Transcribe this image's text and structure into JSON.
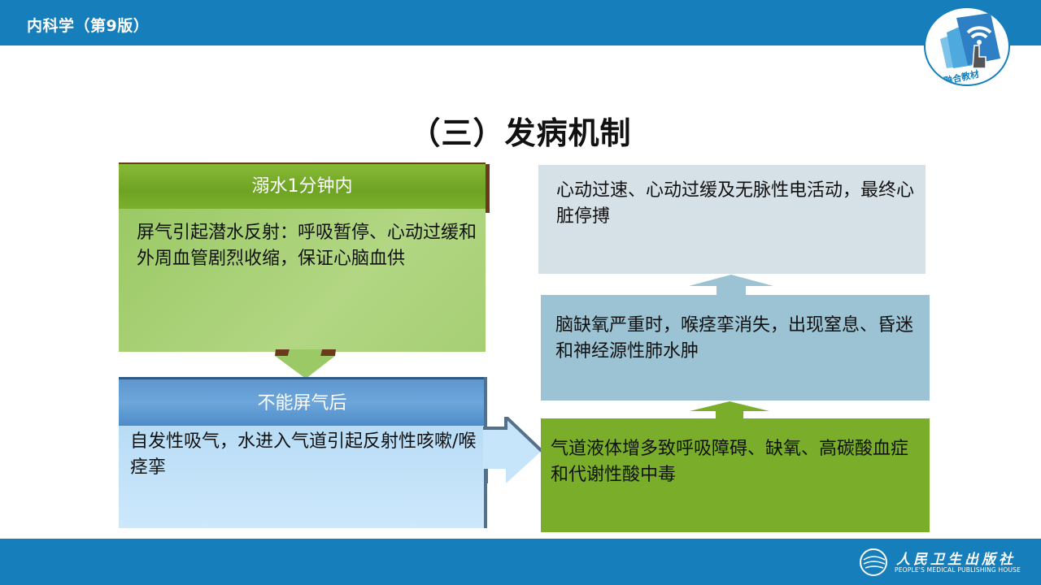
{
  "header": {
    "title": "内科学（第9版）",
    "badge_label": "融合教材",
    "badge_icon": "touch-wifi-book-icon"
  },
  "slide": {
    "title": "（三）发病机制"
  },
  "left_column": {
    "stage1": {
      "heading": "溺水1分钟内",
      "body": "屏气引起潜水反射：呼吸暂停、心动过缓和外周血管剧烈收缩，保证心脑血供",
      "color": "#7bb02e"
    },
    "stage2": {
      "heading": "不能屏气后",
      "body": "自发性吸气，水进入气道引起反射性咳嗽/喉痉挛",
      "color": "#5d97cf"
    }
  },
  "right_column": {
    "boxes": [
      {
        "text": "心动过速、心动过缓及无脉性电活动，最终心脏停搏",
        "color": "#d6e1e7"
      },
      {
        "text": "脑缺氧严重时，喉痉挛消失，出现窒息、昏迷和神经源性肺水肿",
        "color": "#9cc3d3"
      },
      {
        "text": "气道液体增多致呼吸障碍、缺氧、高碳酸血症和代谢性酸中毒",
        "color": "#79ad2a"
      }
    ]
  },
  "footer": {
    "publisher_cn": "人民卫生出版社",
    "publisher_en": "PEOPLE'S MEDICAL PUBLISHING HOUSE"
  },
  "colors": {
    "brand_blue": "#157ebb"
  }
}
